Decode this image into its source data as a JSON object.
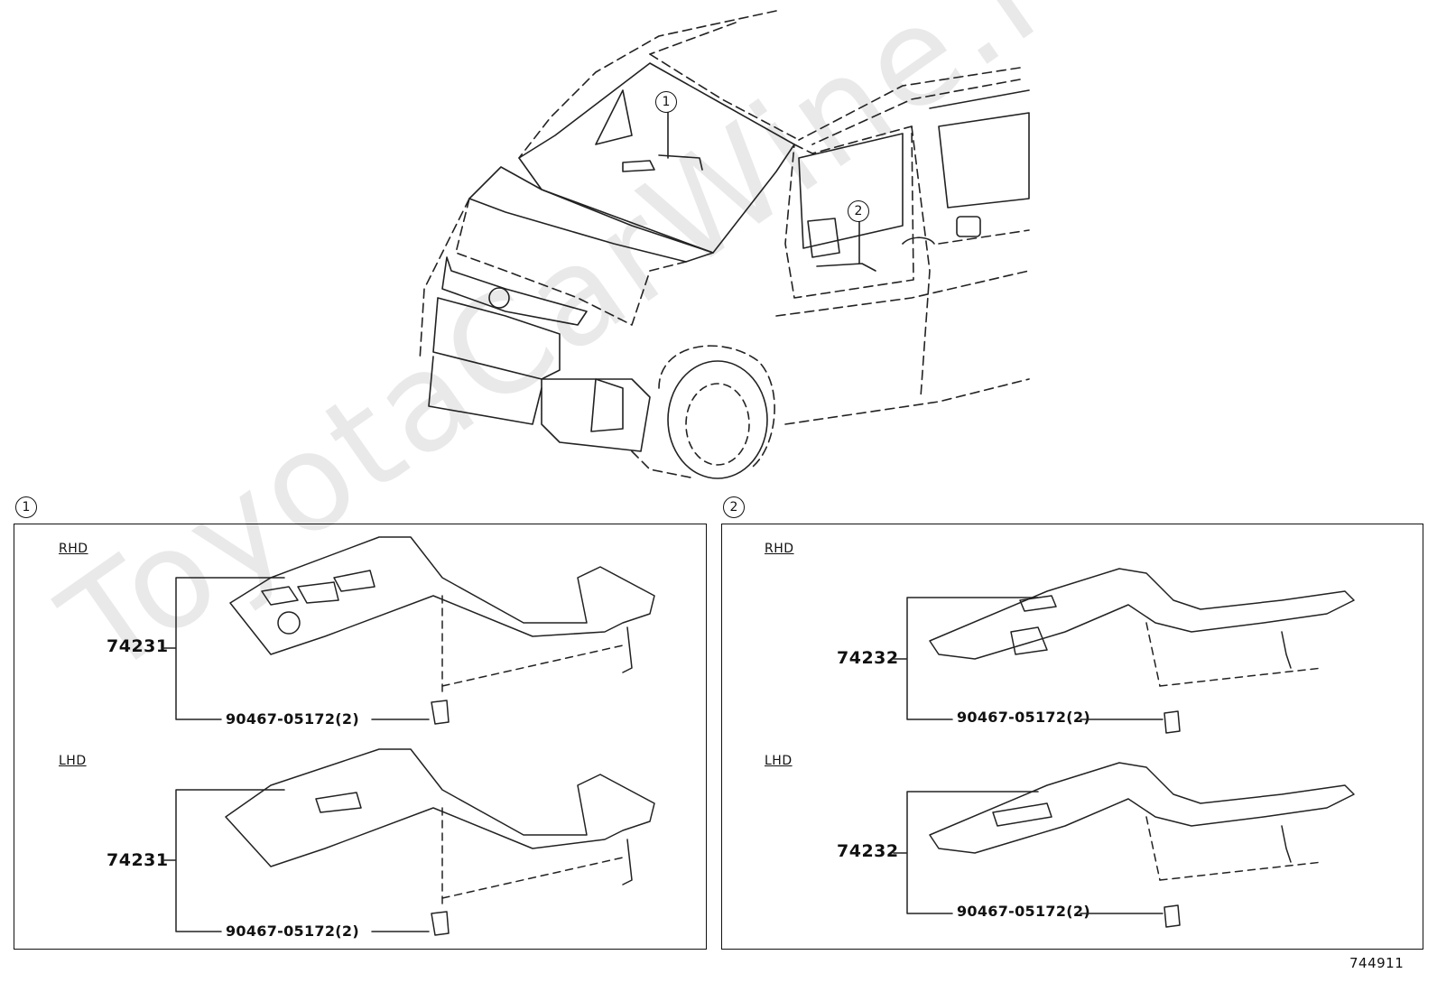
{
  "watermark": "ToyotaCarWine.ru",
  "callouts": {
    "one": "1",
    "two": "2"
  },
  "panels": {
    "left": {
      "circle": "1",
      "rhd": {
        "label": "RHD",
        "part": "74231",
        "clip": "90467-05172(2)"
      },
      "lhd": {
        "label": "LHD",
        "part": "74231",
        "clip": "90467-05172(2)"
      }
    },
    "right": {
      "circle": "2",
      "rhd": {
        "label": "RHD",
        "part": "74232",
        "clip": "90467-05172(2)"
      },
      "lhd": {
        "label": "LHD",
        "part": "74232",
        "clip": "90467-05172(2)"
      }
    }
  },
  "diagram_code": "744911"
}
